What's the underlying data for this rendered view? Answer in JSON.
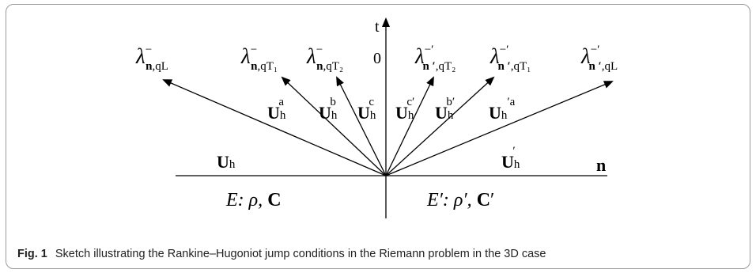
{
  "axes": {
    "t_label": "t",
    "n_label": "n",
    "origin_label": "0"
  },
  "lambda_labels": [
    {
      "base": "λ",
      "sup": "−",
      "sub_bold": "n",
      "sub": ",qL"
    },
    {
      "base": "λ",
      "sup": "−",
      "sub_bold": "n",
      "sub": ",qT₁"
    },
    {
      "base": "λ",
      "sup": "−",
      "sub_bold": "n",
      "sub": ",qT₂"
    },
    {
      "base": "λ",
      "sup": "−′",
      "sub_bold": "n ′",
      "sub": ",qT₂"
    },
    {
      "base": "λ",
      "sup": "−′",
      "sub_bold": "n ′",
      "sub": ",qT₁"
    },
    {
      "base": "λ",
      "sup": "−′",
      "sub_bold": "n ′",
      "sub": ",qL"
    }
  ],
  "state_labels": [
    {
      "base": "U",
      "sub": "h",
      "sup": "a"
    },
    {
      "base": "U",
      "sub": "h",
      "sup": "b"
    },
    {
      "base": "U",
      "sub": "h",
      "sup": "c"
    },
    {
      "base": "U",
      "sub": "h",
      "sup": "c′"
    },
    {
      "base": "U",
      "sub": "h",
      "sup": "b′"
    },
    {
      "base": "U",
      "sub": "h",
      "sup": "′a"
    }
  ],
  "regions": {
    "left_state": {
      "base": "U",
      "sub": "h"
    },
    "right_state": {
      "base": "U",
      "sub": "h",
      "sup": "′"
    },
    "left_medium": {
      "E": "E:",
      "rho": "ρ,",
      "C": "C"
    },
    "right_medium": {
      "E": "E′:",
      "rho": "ρ′,",
      "C": "C",
      "C_prime": "′"
    }
  },
  "caption": {
    "label": "Fig. 1",
    "text": "Sketch illustrating the Rankine–Hugoniot jump conditions in the Riemann problem in the 3D case"
  }
}
